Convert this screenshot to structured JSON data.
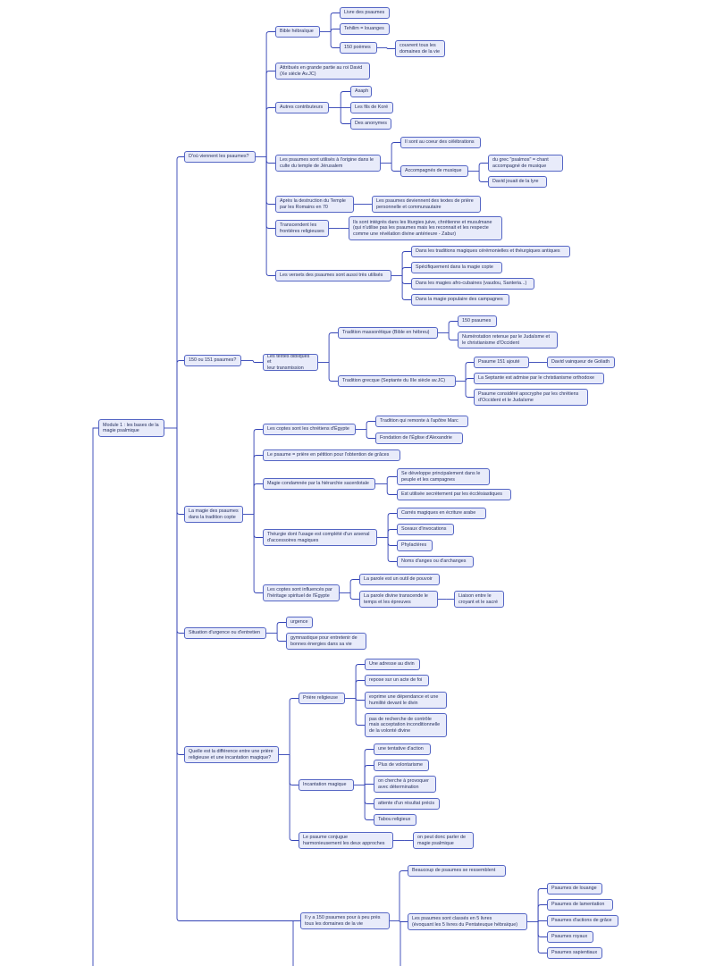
{
  "colors": {
    "node_fill": "#e8ebfa",
    "node_border": "#5566c4",
    "line": "#3343b5",
    "text": "#26305e"
  },
  "nodes": [
    {
      "id": "root",
      "parent": null,
      "text": "Module 1 : les bases de la\nmagie psalmique"
    },
    {
      "id": "b1",
      "parent": "root",
      "text": "D'où viennent les psaumes?"
    },
    {
      "id": "b1_1",
      "parent": "b1",
      "text": "Bible hébraïque"
    },
    {
      "id": "b1_1_1",
      "parent": "b1_1",
      "text": "Livre des psaumes"
    },
    {
      "id": "b1_1_2",
      "parent": "b1_1",
      "text": "Tehilim = louanges"
    },
    {
      "id": "b1_1_3",
      "parent": "b1_1",
      "text": "150 poèmes"
    },
    {
      "id": "b1_1_3_1",
      "parent": "b1_1_3",
      "text": "couvrent tous les\ndomaines de la vie"
    },
    {
      "id": "b1_2",
      "parent": "b1",
      "text": "Attribués en grande partie au roi David\n(Xe siècle Av.JC)"
    },
    {
      "id": "b1_3",
      "parent": "b1",
      "text": "Autres contributeurs"
    },
    {
      "id": "b1_3_1",
      "parent": "b1_3",
      "text": "Asaph"
    },
    {
      "id": "b1_3_2",
      "parent": "b1_3",
      "text": "Les fils de Koré"
    },
    {
      "id": "b1_3_3",
      "parent": "b1_3",
      "text": "Des anonymes"
    },
    {
      "id": "b1_4",
      "parent": "b1",
      "text": "Les psaumes sont utilisés à l'origine dans le\nculte du temple de Jérusalem"
    },
    {
      "id": "b1_4_1",
      "parent": "b1_4",
      "text": "Il sont au coeur des célébrations"
    },
    {
      "id": "b1_4_2",
      "parent": "b1_4",
      "text": "Accompagnés de musique"
    },
    {
      "id": "b1_4_2_1",
      "parent": "b1_4_2",
      "text": "du grec \"psalmos\" = chant\naccompagné de musique"
    },
    {
      "id": "b1_4_2_2",
      "parent": "b1_4_2",
      "text": "David jouait de la lyre"
    },
    {
      "id": "b1_5",
      "parent": "b1",
      "text": "Après la destruction du Temple\npar les Romains en 70"
    },
    {
      "id": "b1_5_1",
      "parent": "b1_5",
      "text": "Les psaumes deviennent des textes de prière\npersonnelle et communautaire"
    },
    {
      "id": "b1_6",
      "parent": "b1",
      "text": "Transcendent les\nfrontières religieuses"
    },
    {
      "id": "b1_6_1",
      "parent": "b1_6",
      "text": "Ils sont intégrés dans les liturgies juive, chrétienne et musulmane\n(qui n'utilise pas les psaumes mais les reconnait et les respecte\ncomme une révélation divine antérieure - Zabur)"
    },
    {
      "id": "b1_7",
      "parent": "b1",
      "text": "Les versets des psaumes sont aussi très utilisés"
    },
    {
      "id": "b1_7_1",
      "parent": "b1_7",
      "text": "Dans les traditions magiques cérémonielles et théurgiques antiques"
    },
    {
      "id": "b1_7_2",
      "parent": "b1_7",
      "text": "Spécifiquement dans la magie copte"
    },
    {
      "id": "b1_7_3",
      "parent": "b1_7",
      "text": "Dans les magies afro-cubaines (vaudou, Santeria...)"
    },
    {
      "id": "b1_7_4",
      "parent": "b1_7",
      "text": "Dans la magie populaire des campagnes"
    },
    {
      "id": "b2",
      "parent": "root",
      "text": "150 ou 151 psaumes?"
    },
    {
      "id": "b2_1",
      "parent": "b2",
      "text": "Les textes bibliques et\nleur transmission"
    },
    {
      "id": "b2_1_1",
      "parent": "b2_1",
      "text": "Tradition massorétique (Bible en hébreu)"
    },
    {
      "id": "b2_1_1_1",
      "parent": "b2_1_1",
      "text": "150 psaumes"
    },
    {
      "id": "b2_1_1_2",
      "parent": "b2_1_1",
      "text": "Numérotation retenue par le Judaïsme et\nle christianisme d'Occident"
    },
    {
      "id": "b2_1_2",
      "parent": "b2_1",
      "text": "Tradition grecque (Septante du IIIe siècle av.JC)"
    },
    {
      "id": "b2_1_2_1",
      "parent": "b2_1_2",
      "text": "Psaume 151 ajouté"
    },
    {
      "id": "b2_1_2_1_1",
      "parent": "b2_1_2_1",
      "text": "David vainqueur de Goliath"
    },
    {
      "id": "b2_1_2_2",
      "parent": "b2_1_2",
      "text": "La Septante est admise par le christianisme orthodoxe"
    },
    {
      "id": "b2_1_2_3",
      "parent": "b2_1_2",
      "text": "Psaume considéré apocryphe par les chrétiens\nd'Occident et le Judaïsme"
    },
    {
      "id": "b3",
      "parent": "root",
      "text": "La magie des psaumes\ndans la tradition copte"
    },
    {
      "id": "b3_1",
      "parent": "b3",
      "text": "Les coptes sont les chrétiens d'Égypte"
    },
    {
      "id": "b3_1_1",
      "parent": "b3_1",
      "text": "Tradition qui remonte à l'apôtre Marc"
    },
    {
      "id": "b3_1_2",
      "parent": "b3_1",
      "text": "Fondation de l'Église d'Alexandrie"
    },
    {
      "id": "b3_2",
      "parent": "b3",
      "text": "Le psaume = prière en pétition pour l'obtention de grâces"
    },
    {
      "id": "b3_3",
      "parent": "b3",
      "text": "Magie condamnée par la hiérarchie sacerdotale"
    },
    {
      "id": "b3_3_1",
      "parent": "b3_3",
      "text": "Se développe principalement dans le\npeuple et les campagnes"
    },
    {
      "id": "b3_3_2",
      "parent": "b3_3",
      "text": "Est utilisée secrètement par les écclésiastiques"
    },
    {
      "id": "b3_4",
      "parent": "b3",
      "text": "Théurgie dont l'usage est complété d'un arsenal\nd'accessoires magiques"
    },
    {
      "id": "b3_4_1",
      "parent": "b3_4",
      "text": "Carrés magiques en écriture arabe"
    },
    {
      "id": "b3_4_2",
      "parent": "b3_4",
      "text": "Sceaux d'invocations"
    },
    {
      "id": "b3_4_3",
      "parent": "b3_4",
      "text": "Phylactères"
    },
    {
      "id": "b3_4_4",
      "parent": "b3_4",
      "text": "Noms d'anges ou d'archanges"
    },
    {
      "id": "b3_5",
      "parent": "b3",
      "text": "Les coptes sont influencés par\nl'héritage spirituel de l'Égypte"
    },
    {
      "id": "b3_5_1",
      "parent": "b3_5",
      "text": "La parole est un outil de pouvoir"
    },
    {
      "id": "b3_5_2",
      "parent": "b3_5",
      "text": "La parole divine transcende le\ntemps et les épreuves"
    },
    {
      "id": "b3_5_2_1",
      "parent": "b3_5_2",
      "text": "Liaison entre le\ncroyant et le sacré"
    },
    {
      "id": "b4",
      "parent": "root",
      "text": "Situation d'urgence ou d'entretien"
    },
    {
      "id": "b4_1",
      "parent": "b4",
      "text": "urgence"
    },
    {
      "id": "b4_2",
      "parent": "b4",
      "text": "gymnastique pour entretenir de\nbonnes énergies dans sa vie"
    },
    {
      "id": "b5",
      "parent": "root",
      "text": "Quelle est la différence entre une prière\nreligieuse et une incantation magique?"
    },
    {
      "id": "b5_1",
      "parent": "b5",
      "text": "Prière religieuse"
    },
    {
      "id": "b5_1_1",
      "parent": "b5_1",
      "text": "Une adresse au divin"
    },
    {
      "id": "b5_1_2",
      "parent": "b5_1",
      "text": "repose sur un acte de foi"
    },
    {
      "id": "b5_1_3",
      "parent": "b5_1",
      "text": "exprime une dépendance et une\nhumilité devant le divin"
    },
    {
      "id": "b5_1_4",
      "parent": "b5_1",
      "text": "pas de recherche de contrôle\nmais acceptation inconditionnelle\nde la volonté divine"
    },
    {
      "id": "b5_2",
      "parent": "b5",
      "text": "Incantation magique"
    },
    {
      "id": "b5_2_1",
      "parent": "b5_2",
      "text": "une tentative d'action"
    },
    {
      "id": "b5_2_2",
      "parent": "b5_2",
      "text": "Plus de volontarisme"
    },
    {
      "id": "b5_2_3",
      "parent": "b5_2",
      "text": "on cherche à provoquer\navec détermination"
    },
    {
      "id": "b5_2_4",
      "parent": "b5_2",
      "text": "attente d'un résultat précis"
    },
    {
      "id": "b5_2_5",
      "parent": "b5_2",
      "text": "Tabou religieux"
    },
    {
      "id": "b5_3",
      "parent": "b5",
      "text": "Le psaume conjugue\nharmonieusement les deux approches"
    },
    {
      "id": "b5_3_1",
      "parent": "b5_3",
      "text": "on peut donc parler de\nmagie psalmique"
    },
    {
      "id": "b6",
      "parent": "root",
      "text": "Il y a 150 psaumes pour à peu près\ntous les domaines de la vie"
    },
    {
      "id": "b6_1",
      "parent": "b6",
      "text": "Beaucoup de psaumes se ressemblent"
    },
    {
      "id": "b6_2",
      "parent": "b6",
      "text": "Les psaumes sont classés en 5 livres\n(évoquant les 5 livres du Pentateuque hébraïque)"
    },
    {
      "id": "b6_2_1",
      "parent": "b6_2",
      "text": "Psaumes de louange"
    },
    {
      "id": "b6_2_2",
      "parent": "b6_2",
      "text": "Psaumes de lamentation"
    },
    {
      "id": "b6_2_3",
      "parent": "b6_2",
      "text": "Psaumes d'actions de grâce"
    },
    {
      "id": "b6_2_4",
      "parent": "b6_2",
      "text": "Psaumes royaux"
    },
    {
      "id": "b6_2_5",
      "parent": "b6_2",
      "text": "Psaumes sapientiaux"
    }
  ]
}
